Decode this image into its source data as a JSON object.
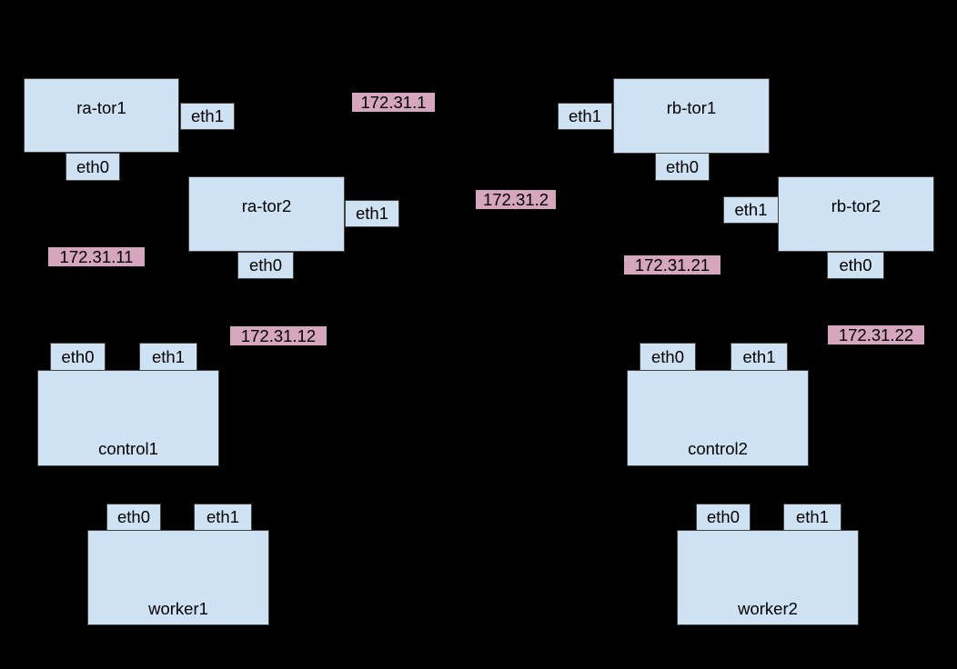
{
  "diagram": {
    "background_color": "#000000",
    "colors": {
      "node_fill": "#cfe2f3",
      "node_border": "#434343",
      "ip_label_fill": "#d5a6bd",
      "text": "#000000"
    },
    "nodes": [
      {
        "id": "ra-tor1",
        "label": "ra-tor1",
        "ports": [
          "eth0",
          "eth1"
        ]
      },
      {
        "id": "ra-tor2",
        "label": "ra-tor2",
        "ports": [
          "eth0",
          "eth1"
        ]
      },
      {
        "id": "rb-tor1",
        "label": "rb-tor1",
        "ports": [
          "eth0",
          "eth1"
        ]
      },
      {
        "id": "rb-tor2",
        "label": "rb-tor2",
        "ports": [
          "eth0",
          "eth1"
        ]
      },
      {
        "id": "control1",
        "label": "control1",
        "ports": [
          "eth0",
          "eth1"
        ]
      },
      {
        "id": "control2",
        "label": "control2",
        "ports": [
          "eth0",
          "eth1"
        ]
      },
      {
        "id": "worker1",
        "label": "worker1",
        "ports": [
          "eth0",
          "eth1"
        ]
      },
      {
        "id": "worker2",
        "label": "worker2",
        "ports": [
          "eth0",
          "eth1"
        ]
      }
    ],
    "ip_labels": [
      "172.31.1",
      "172.31.2",
      "172.31.11",
      "172.31.12",
      "172.31.21",
      "172.31.22"
    ]
  }
}
